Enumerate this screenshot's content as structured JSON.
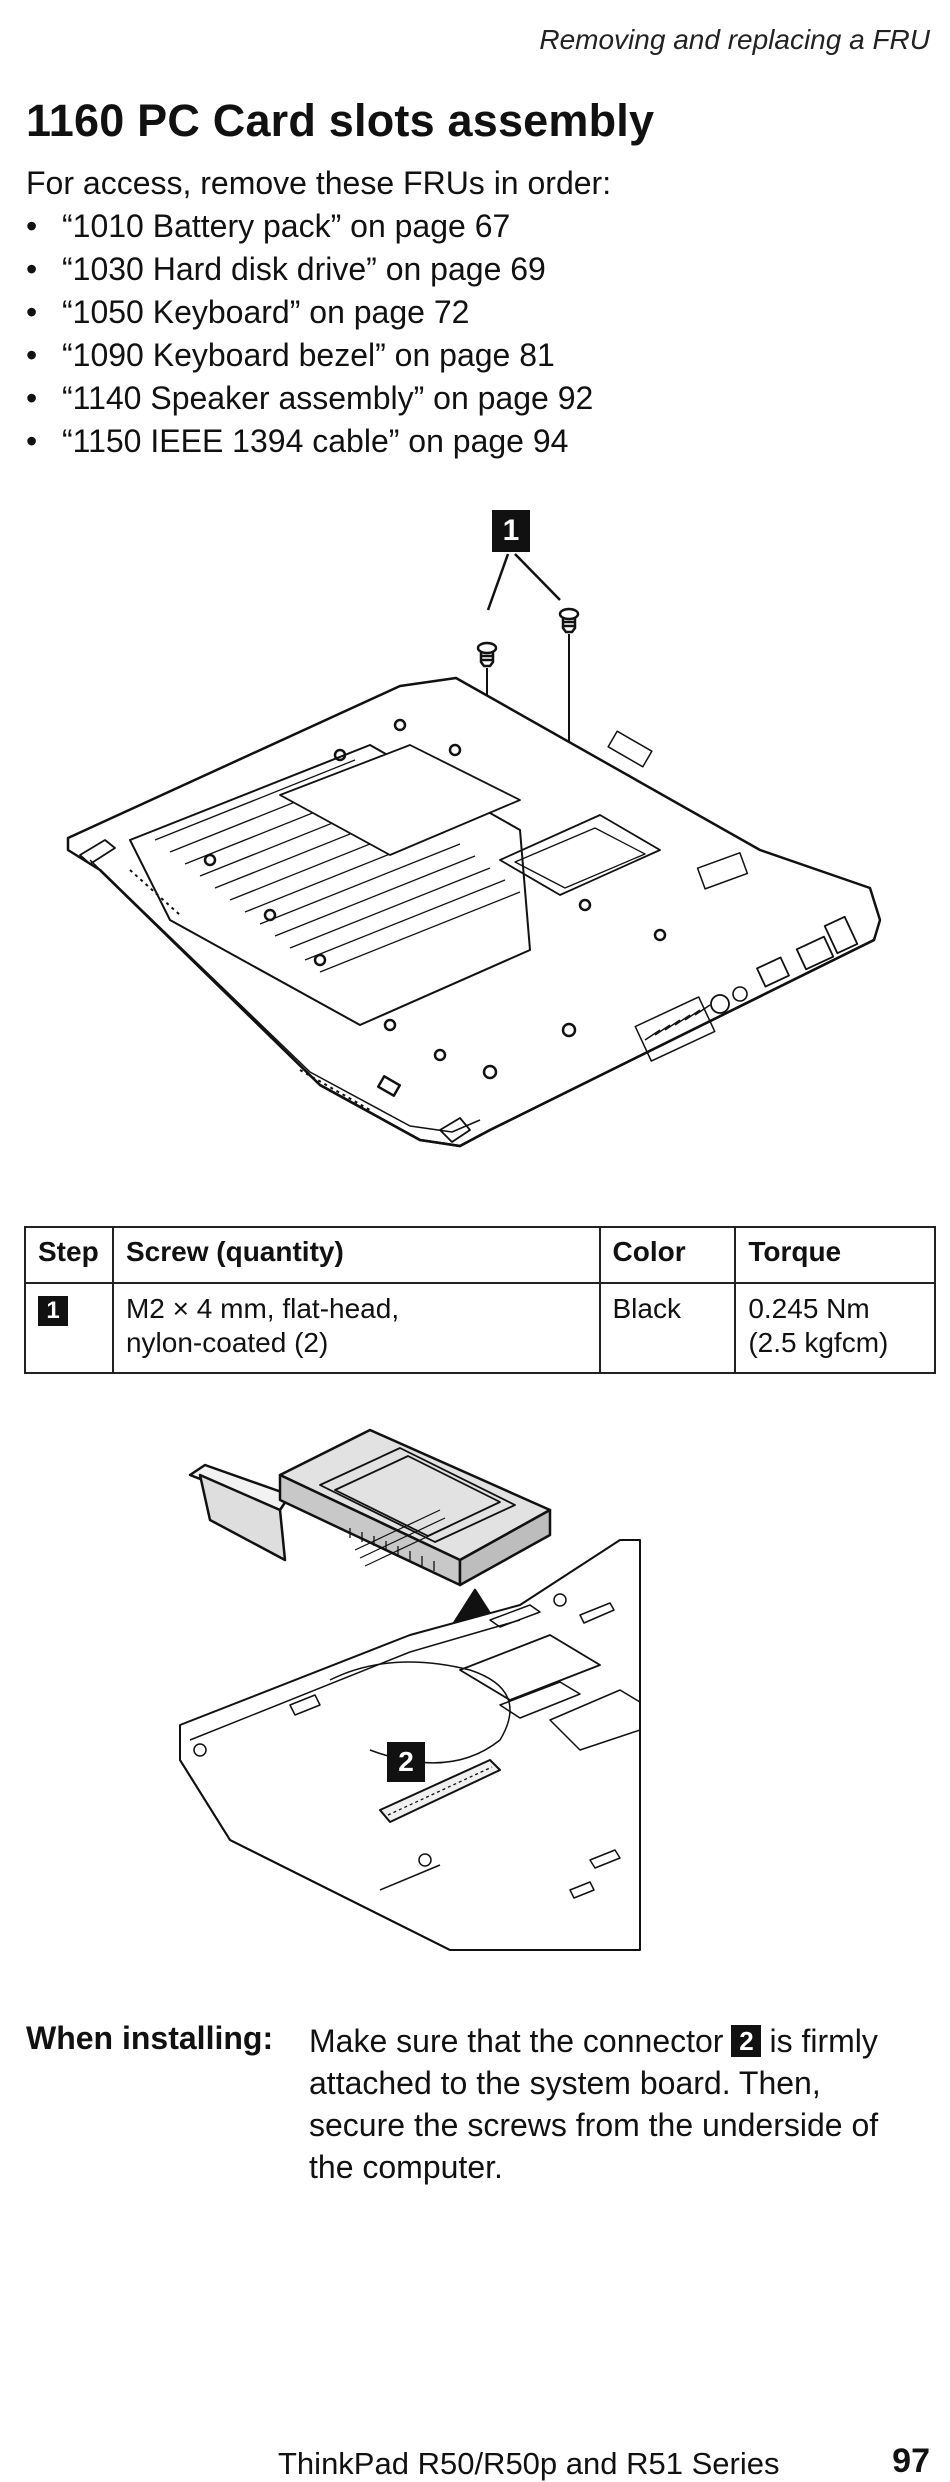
{
  "header": {
    "running_head": "Removing and replacing a FRU"
  },
  "title": "1160 PC Card slots assembly",
  "intro": "For access, remove these FRUs in order:",
  "prerequisites": [
    "“1010 Battery pack” on page 67",
    "“1030 Hard disk drive” on page 69",
    "“1050 Keyboard” on page 72",
    "“1090 Keyboard bezel” on page 81",
    "“1140 Speaker assembly” on page 92",
    "“1150 IEEE 1394 cable” on page 94"
  ],
  "figure1": {
    "callout": "1"
  },
  "screw_table": {
    "headers": [
      "Step",
      "Screw (quantity)",
      "Color",
      "Torque"
    ],
    "rows": [
      {
        "step": "1",
        "screw_line1": "M2 × 4 mm, flat-head,",
        "screw_line2": "nylon-coated (2)",
        "color": "Black",
        "torque_line1": "0.245 Nm",
        "torque_line2": "(2.5 kgfcm)"
      }
    ]
  },
  "figure2": {
    "callout": "2"
  },
  "installing": {
    "label": "When installing:",
    "text_before": "Make sure that the connector",
    "callout": "2",
    "text_after": "is firmly attached to the system board. Then, secure the screws from the underside of the computer."
  },
  "footer": {
    "series": "ThinkPad R50/R50p and R51 Series",
    "page": "97"
  }
}
